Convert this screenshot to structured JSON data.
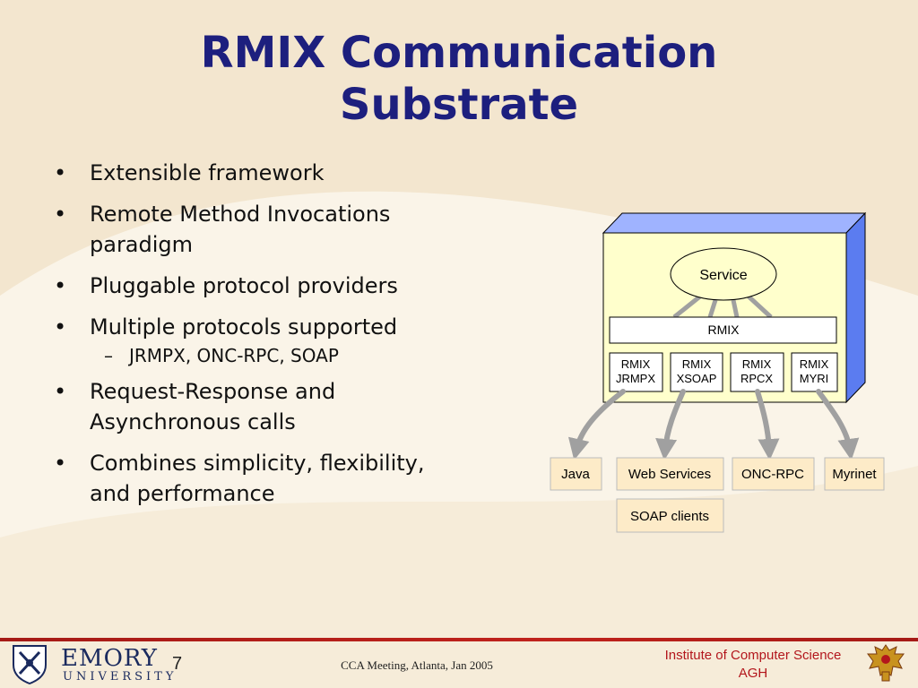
{
  "slide": {
    "title_line1": "RMIX Communication",
    "title_line2": "Substrate",
    "bullets": [
      {
        "text_l1": "Extensible framework",
        "text_l2": ""
      },
      {
        "text_l1": "Remote Method Invocations",
        "text_l2": "paradigm"
      },
      {
        "text_l1": "Pluggable protocol providers",
        "text_l2": ""
      },
      {
        "text_l1": "Multiple protocols supported",
        "text_l2": ""
      },
      {
        "text_l1": "Request-Response and",
        "text_l2": "Asynchronous calls"
      },
      {
        "text_l1": "Combines simplicity, flexibility,",
        "text_l2": "and performance"
      }
    ],
    "sub_bullet": "JRMPX, ONC-RPC, SOAP",
    "bullet_glyph": "•",
    "sub_bullet_glyph": "–"
  },
  "diagram": {
    "service": "Service",
    "rmix": "RMIX",
    "providers": [
      {
        "l1": "RMIX",
        "l2": "JRMPX"
      },
      {
        "l1": "RMIX",
        "l2": "XSOAP"
      },
      {
        "l1": "RMIX",
        "l2": "RPCX"
      },
      {
        "l1": "RMIX",
        "l2": "MYRI"
      }
    ],
    "targets": {
      "java": "Java",
      "web_services": "Web Services",
      "onc_rpc": "ONC-RPC",
      "myrinet": "Myrinet",
      "soap_clients": "SOAP clients"
    },
    "colors": {
      "box_face": "#ffffcc",
      "box_side": "#5b7cf0",
      "box_top": "#9fb3ff",
      "target_fill": "#fdebc8",
      "arrow": "#a0a0a0"
    }
  },
  "footer": {
    "emory_name": "EMORY",
    "emory_sub": "UNIVERSITY",
    "page_number": "7",
    "meeting": "CCA Meeting, Atlanta, Jan 2005",
    "inst_line1": "Institute of Computer Science",
    "inst_line2": "AGH"
  }
}
